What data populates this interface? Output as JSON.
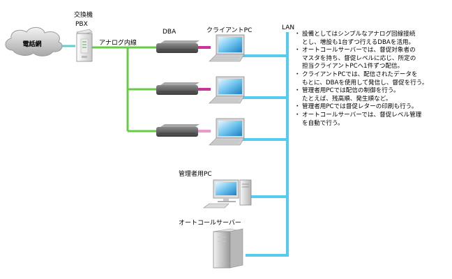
{
  "labels": {
    "phone_network": "電話網",
    "exchange": "交換機",
    "pbx": "PBX",
    "analog_line": "アナログ内線",
    "dba": "DBA",
    "client_pc": "クライアントPC",
    "lan": "LAN",
    "admin_pc": "管理者用PC",
    "autocall_server": "オートコールサーバー"
  },
  "notes": [
    {
      "lines": [
        "設備としてはシンプルなアナログ回線接続",
        "とし、増設も1台ずつ行えるDBAを活用。"
      ]
    },
    {
      "lines": [
        "オートコールサーバーでは、督促対象者の",
        "マスタを持ち、督促レベルに応じ、所定の",
        "担当クライアントPCへ1件ずつ配信。"
      ]
    },
    {
      "lines": [
        "クライアントPCでは、配信されたデータを",
        "もとに、DBAを使用して発信し、督促を行う。"
      ]
    },
    {
      "lines": [
        "管理者用PCでは配信の制御を行う。",
        "たとえば、残高順、発生順など。"
      ]
    },
    {
      "lines": [
        "管理者用PCでは督促レターの印刷も行う。"
      ]
    },
    {
      "lines": [
        "オートコールサーバーでは、督促レベル管理",
        "を自動で行う。"
      ]
    }
  ],
  "colors": {
    "analog_line": "#66cc44",
    "lan_line": "#55ccee",
    "dba_link": "#cc3399",
    "pc_link": "#ee99cc"
  }
}
